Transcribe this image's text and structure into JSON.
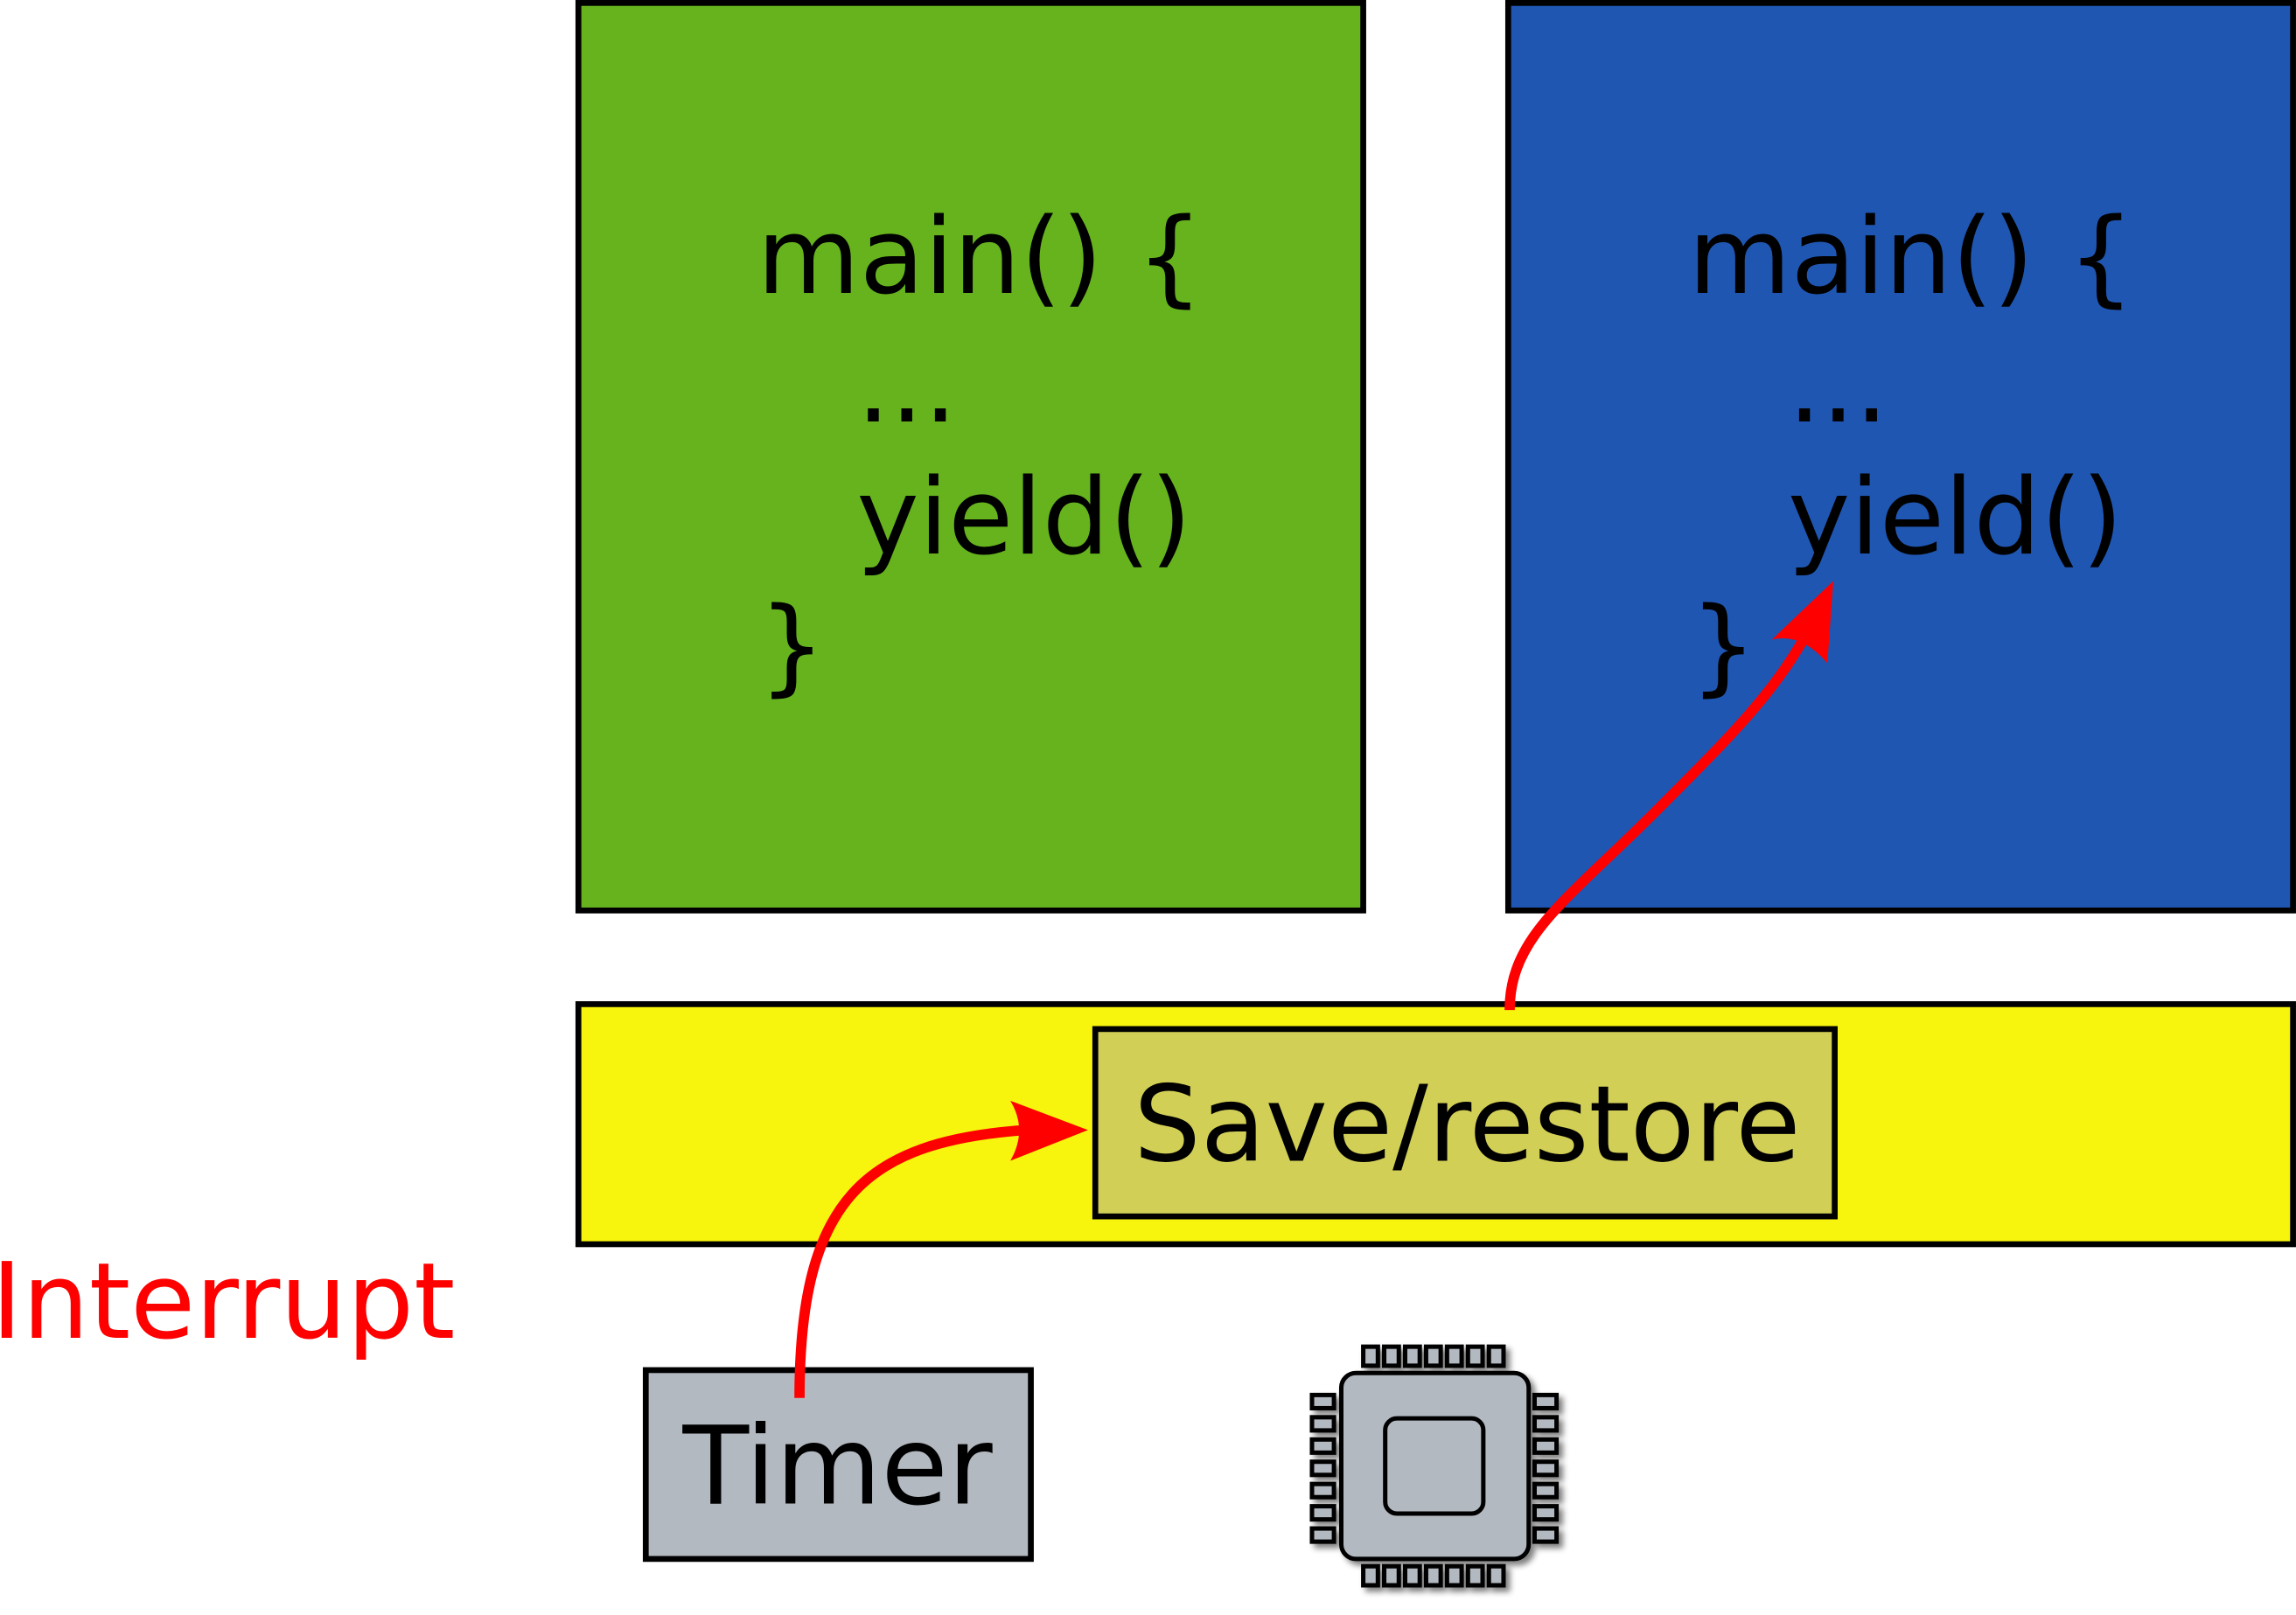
{
  "colors": {
    "green_task": "#66b31e",
    "blue_task": "#1f56b2",
    "kernel_bar": "#f7f40d",
    "save_restore_box": "#d2cf57",
    "hardware": "#b3b9c0",
    "arrow": "#ff0000"
  },
  "task_left": {
    "lines": [
      "main() {",
      "...",
      "yield()",
      "}"
    ]
  },
  "task_right": {
    "lines": [
      "main() {",
      "...",
      "yield()",
      "}"
    ]
  },
  "kernel": {
    "save_restore_label": "Save/restore"
  },
  "interrupt_label": "Interrupt",
  "timer_label": "Timer",
  "icons": {
    "cpu": "cpu-chip-icon"
  }
}
